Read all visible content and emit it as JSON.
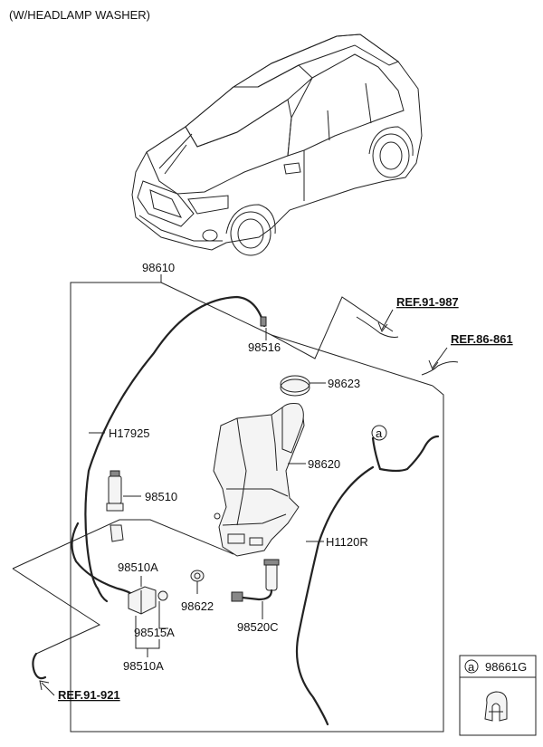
{
  "header": {
    "title": "(W/HEADLAMP WASHER)"
  },
  "parts": {
    "assembly": "98610",
    "nozzle_connector": "98516",
    "cap": "98623",
    "hose_left": "H17925",
    "reservoir": "98620",
    "pump": "98510",
    "hose_right": "H1120R",
    "pump_a_top": "98510A",
    "grommet": "98622",
    "seal": "98515A",
    "level_sensor": "98520C",
    "pump_a_bottom": "98510A"
  },
  "refs": {
    "ref_top": "REF.91-987",
    "ref_right": "REF.86-861",
    "ref_bottom": "REF.91-921"
  },
  "callout": {
    "marker": "a"
  },
  "inset": {
    "marker": "a",
    "part": "98661G"
  }
}
